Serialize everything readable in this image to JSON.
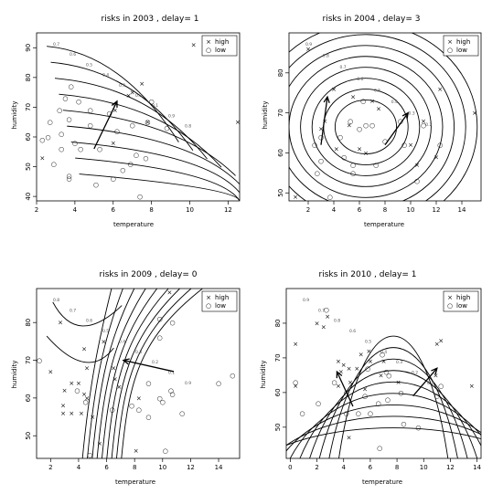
{
  "chart_data": [
    {
      "type": "scatter",
      "title": "risks in 2003 , delay= 1",
      "xlabel": "temperature",
      "ylabel": "humidity",
      "xlim": [
        2,
        12.6
      ],
      "ylim": [
        38.5,
        95
      ],
      "xticks": [
        2,
        4,
        6,
        8,
        10,
        12
      ],
      "yticks": [
        40,
        50,
        60,
        70,
        80,
        90
      ],
      "legend": {
        "position": "top-right",
        "entries": [
          {
            "symbol": "×",
            "label": "high"
          },
          {
            "symbol": "○",
            "label": "low"
          }
        ]
      },
      "contour_labels": [
        "0.7",
        "0.6",
        "0.5",
        "0.4",
        "0.3",
        "0.2",
        "0.1",
        "0.9",
        "0.8"
      ],
      "series": [
        {
          "name": "high",
          "marker": "×",
          "points": [
            [
              10.2,
              91
            ],
            [
              7.5,
              78
            ],
            [
              7,
              75
            ],
            [
              6.8,
              74
            ],
            [
              6,
              71
            ],
            [
              6.1,
              69
            ],
            [
              7.8,
              65
            ],
            [
              12.5,
              65
            ],
            [
              6,
              58
            ],
            [
              2.3,
              53
            ]
          ]
        },
        {
          "name": "low",
          "marker": "○",
          "points": [
            [
              3.8,
              77
            ],
            [
              3.5,
              73
            ],
            [
              4.2,
              72
            ],
            [
              8,
              72
            ],
            [
              3.2,
              69
            ],
            [
              4.8,
              69
            ],
            [
              5.8,
              68
            ],
            [
              3.7,
              66
            ],
            [
              2.7,
              65
            ],
            [
              4.8,
              64
            ],
            [
              7,
              64
            ],
            [
              7.8,
              65
            ],
            [
              6.2,
              62
            ],
            [
              3.3,
              61
            ],
            [
              8.8,
              63
            ],
            [
              2.6,
              60
            ],
            [
              2.3,
              59
            ],
            [
              3.3,
              56
            ],
            [
              4,
              58
            ],
            [
              4.3,
              56
            ],
            [
              5.3,
              56
            ],
            [
              7.2,
              54
            ],
            [
              7.7,
              53
            ],
            [
              2.9,
              51
            ],
            [
              6.9,
              51
            ],
            [
              6.5,
              49
            ],
            [
              3.7,
              47
            ],
            [
              3.7,
              46
            ],
            [
              6,
              46
            ],
            [
              5.1,
              44
            ],
            [
              7.4,
              40
            ]
          ]
        }
      ],
      "arrow": {
        "from": [
          5,
          56
        ],
        "to": [
          6.2,
          72
        ]
      }
    },
    {
      "type": "scatter",
      "title": "risks in 2004 , delay= 3",
      "xlabel": "temperature",
      "ylabel": "humidity",
      "xlim": [
        0.5,
        15.5
      ],
      "ylim": [
        48,
        90
      ],
      "xticks": [
        2,
        4,
        6,
        8,
        10,
        12,
        14
      ],
      "yticks": [
        50,
        60,
        70,
        80
      ],
      "legend": {
        "position": "top-right",
        "entries": [
          {
            "symbol": "×",
            "label": "high"
          },
          {
            "symbol": "○",
            "label": "low"
          }
        ]
      },
      "contour_labels": [
        "0.9",
        "0.8",
        "0.7",
        "0.6",
        "0.5",
        "0.4",
        "0.3",
        "0.2"
      ],
      "series": [
        {
          "name": "high",
          "marker": "×",
          "points": [
            [
              2,
              86
            ],
            [
              12.3,
              76
            ],
            [
              4,
              76
            ],
            [
              15,
              70
            ],
            [
              7.5,
              71
            ],
            [
              7,
              73
            ],
            [
              5.5,
              74
            ],
            [
              3.3,
              68
            ],
            [
              5.2,
              67
            ],
            [
              3,
              66
            ],
            [
              11,
              68
            ],
            [
              12,
              59
            ],
            [
              10,
              62
            ],
            [
              6.5,
              60
            ],
            [
              4.2,
              61
            ],
            [
              6,
              61
            ],
            [
              10.5,
              57
            ],
            [
              1,
              49
            ]
          ]
        },
        {
          "name": "low",
          "marker": "○",
          "points": [
            [
              6.3,
              73
            ],
            [
              11,
              67
            ],
            [
              5.3,
              68
            ],
            [
              3,
              64
            ],
            [
              4.5,
              64
            ],
            [
              6.5,
              67
            ],
            [
              7,
              67
            ],
            [
              6,
              66
            ],
            [
              9.2,
              68
            ],
            [
              8,
              63
            ],
            [
              9.5,
              62
            ],
            [
              12.3,
              62
            ],
            [
              2.5,
              62
            ],
            [
              4.8,
              59
            ],
            [
              7.3,
              57
            ],
            [
              3,
              58
            ],
            [
              2.7,
              55
            ],
            [
              5.5,
              57
            ],
            [
              5.5,
              55
            ],
            [
              10.5,
              53
            ],
            [
              3.7,
              49
            ]
          ]
        }
      ],
      "arrows": [
        {
          "from": [
            3,
            62
          ],
          "to": [
            3.5,
            74
          ]
        },
        {
          "from": [
            8,
            62
          ],
          "to": [
            9.8,
            70
          ]
        }
      ]
    },
    {
      "type": "scatter",
      "title": "risks in 2009 , delay= 0",
      "xlabel": "temperature",
      "ylabel": "humidity",
      "xlim": [
        1,
        15.5
      ],
      "ylim": [
        44,
        89
      ],
      "xticks": [
        2,
        4,
        6,
        8,
        10,
        12,
        14
      ],
      "yticks": [
        50,
        60,
        70,
        80
      ],
      "legend": {
        "position": "top-right",
        "entries": [
          {
            "symbol": "×",
            "label": "high"
          },
          {
            "symbol": "○",
            "label": "low"
          }
        ]
      },
      "contour_labels": [
        "0.8",
        "0.7",
        "0.6",
        "0.5",
        "0.4",
        "0.3",
        "0.2",
        "0.1",
        "0.9"
      ],
      "series": [
        {
          "name": "high",
          "marker": "×",
          "points": [
            [
              2.7,
              80
            ],
            [
              10.5,
              88
            ],
            [
              4.4,
              73
            ],
            [
              5.8,
              75
            ],
            [
              2,
              67
            ],
            [
              4.6,
              68
            ],
            [
              6.5,
              68
            ],
            [
              3.5,
              64
            ],
            [
              6.6,
              65
            ],
            [
              4,
              64
            ],
            [
              3,
              62
            ],
            [
              4.4,
              61
            ],
            [
              4.6,
              60
            ],
            [
              8.3,
              60
            ],
            [
              6.9,
              63
            ],
            [
              2.9,
              58
            ],
            [
              2.9,
              56
            ],
            [
              3.5,
              56
            ],
            [
              4.2,
              56
            ],
            [
              5,
              55
            ],
            [
              5.5,
              48
            ],
            [
              8.1,
              46
            ]
          ]
        },
        {
          "name": "low",
          "marker": "○",
          "points": [
            [
              9.8,
              81
            ],
            [
              10.7,
              80
            ],
            [
              9.8,
              76
            ],
            [
              1.2,
              70
            ],
            [
              9,
              64
            ],
            [
              3.9,
              62
            ],
            [
              10.6,
              62
            ],
            [
              9.8,
              60
            ],
            [
              4.5,
              59
            ],
            [
              7.8,
              58
            ],
            [
              10.7,
              61
            ],
            [
              10,
              59
            ],
            [
              6.4,
              57
            ],
            [
              8.3,
              57
            ],
            [
              11.4,
              56
            ],
            [
              9,
              55
            ],
            [
              4.8,
              45
            ],
            [
              14,
              64
            ],
            [
              15,
              66
            ],
            [
              10.2,
              46
            ]
          ]
        }
      ],
      "arrow": {
        "from": [
          10.8,
          67
        ],
        "to": [
          7.2,
          70
        ]
      }
    },
    {
      "type": "scatter",
      "title": "risks in 2010 , delay= 1",
      "xlabel": "temperature",
      "ylabel": "humidity",
      "xlim": [
        -0.3,
        14.3
      ],
      "ylim": [
        41,
        90
      ],
      "xticks": [
        0,
        2,
        4,
        6,
        8,
        10,
        12,
        14
      ],
      "yticks": [
        50,
        60,
        70,
        80
      ],
      "legend": {
        "position": "top-right",
        "entries": [
          {
            "symbol": "×",
            "label": "high"
          },
          {
            "symbol": "○",
            "label": "low"
          }
        ]
      },
      "contour_labels": [
        "0.9",
        "0.7",
        "0.8",
        "0.6",
        "0.5",
        "0.4",
        "0.3",
        "0.2",
        "0.1"
      ],
      "series": [
        {
          "name": "high",
          "marker": "×",
          "points": [
            [
              2.8,
              82
            ],
            [
              2,
              80
            ],
            [
              2.5,
              79
            ],
            [
              0.4,
              74
            ],
            [
              11.3,
              75
            ],
            [
              11,
              74
            ],
            [
              5.3,
              71
            ],
            [
              5.9,
              72
            ],
            [
              4.4,
              67
            ],
            [
              6,
              69
            ],
            [
              3.6,
              69
            ],
            [
              4,
              68
            ],
            [
              3.8,
              66
            ],
            [
              5,
              67
            ],
            [
              6.8,
              65
            ],
            [
              7,
              69
            ],
            [
              4.5,
              63
            ],
            [
              3.6,
              62
            ],
            [
              5.6,
              61
            ],
            [
              8.1,
              63
            ],
            [
              10.9,
              65
            ],
            [
              13.6,
              62
            ],
            [
              0.4,
              62
            ],
            [
              4.4,
              47
            ]
          ]
        },
        {
          "name": "low",
          "marker": "○",
          "points": [
            [
              2.7,
              84
            ],
            [
              0.4,
              63
            ],
            [
              6.9,
              71
            ],
            [
              5.8,
              67
            ],
            [
              7.2,
              66
            ],
            [
              3.3,
              63
            ],
            [
              4.2,
              60
            ],
            [
              7.4,
              65
            ],
            [
              11.3,
              62
            ],
            [
              5.6,
              59
            ],
            [
              6.6,
              57
            ],
            [
              7.3,
              58
            ],
            [
              8.3,
              60
            ],
            [
              2.1,
              57
            ],
            [
              11,
              59
            ],
            [
              4.2,
              54
            ],
            [
              5.1,
              54
            ],
            [
              6,
              54
            ],
            [
              8.5,
              51
            ],
            [
              9.6,
              50
            ],
            [
              0.9,
              54
            ],
            [
              6.7,
              44
            ]
          ]
        }
      ],
      "arrows": [
        {
          "from": [
            4.7,
            56
          ],
          "to": [
            3.5,
            66
          ]
        },
        {
          "from": [
            9.2,
            59
          ],
          "to": [
            11,
            67
          ]
        }
      ]
    }
  ]
}
